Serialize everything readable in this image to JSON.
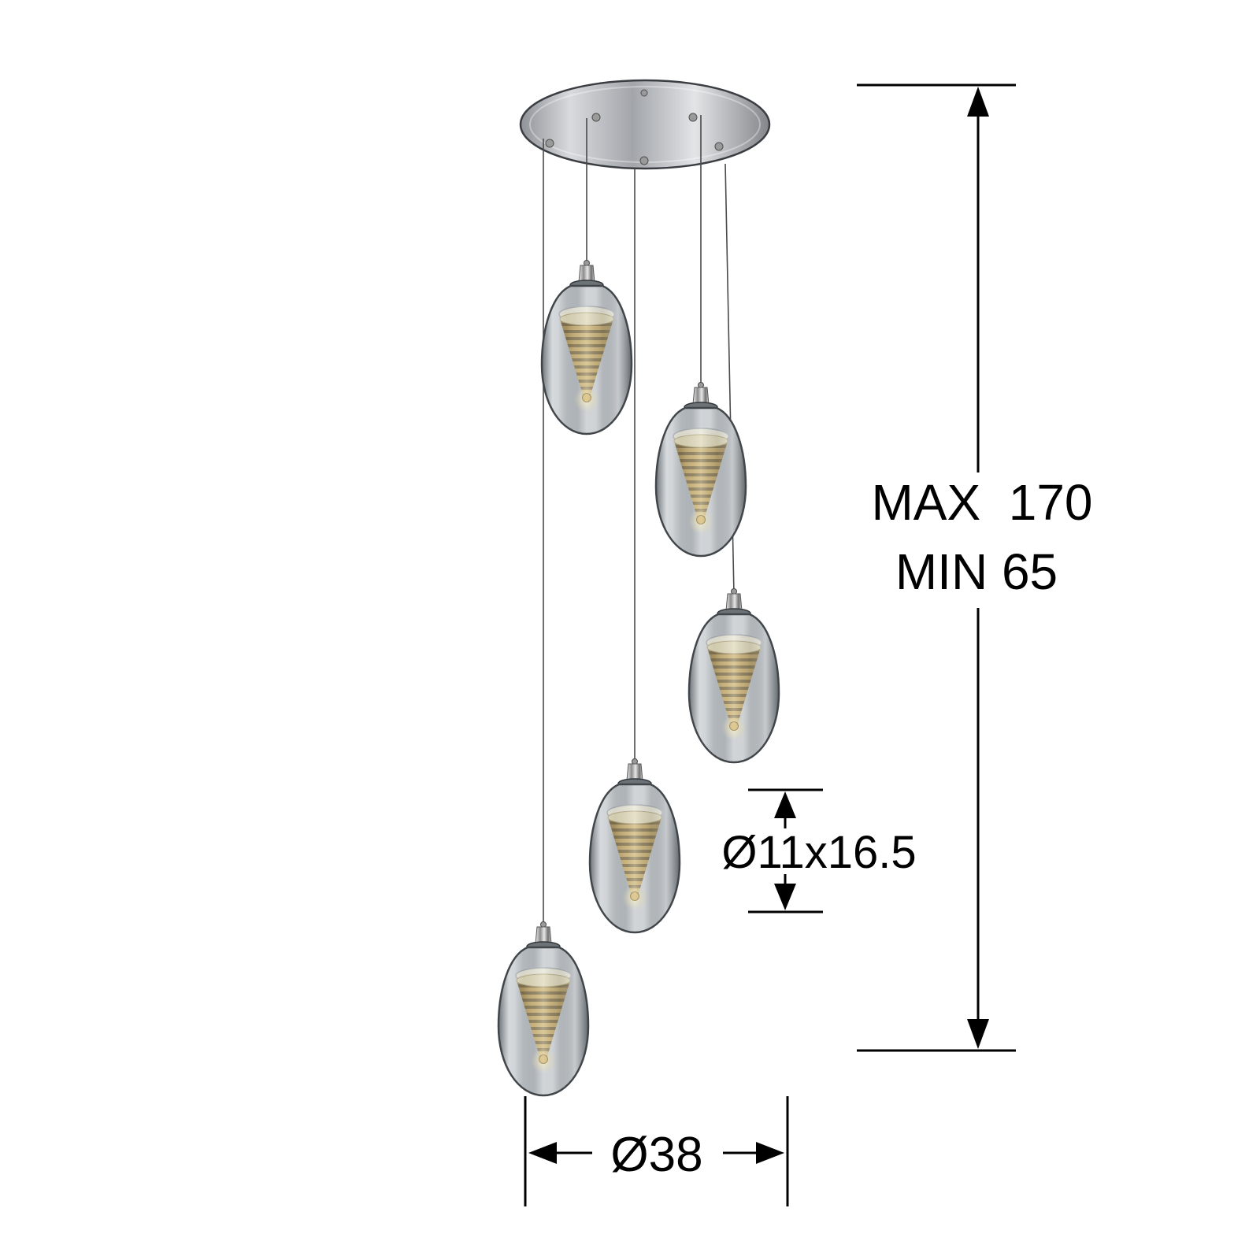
{
  "diagram": {
    "pendant_count": 5,
    "labels": {
      "height_max": "MAX  170",
      "height_min": "MIN 65",
      "shade_size": "Ø11x16.5",
      "canopy_diameter": "Ø38"
    },
    "colors": {
      "background": "#ffffff",
      "dimension_lines": "#000000",
      "glass_smoke": "#9aa0a5",
      "inner_cone_gold": "#c49b3c",
      "canopy_metal": "#b5b8bc"
    }
  }
}
